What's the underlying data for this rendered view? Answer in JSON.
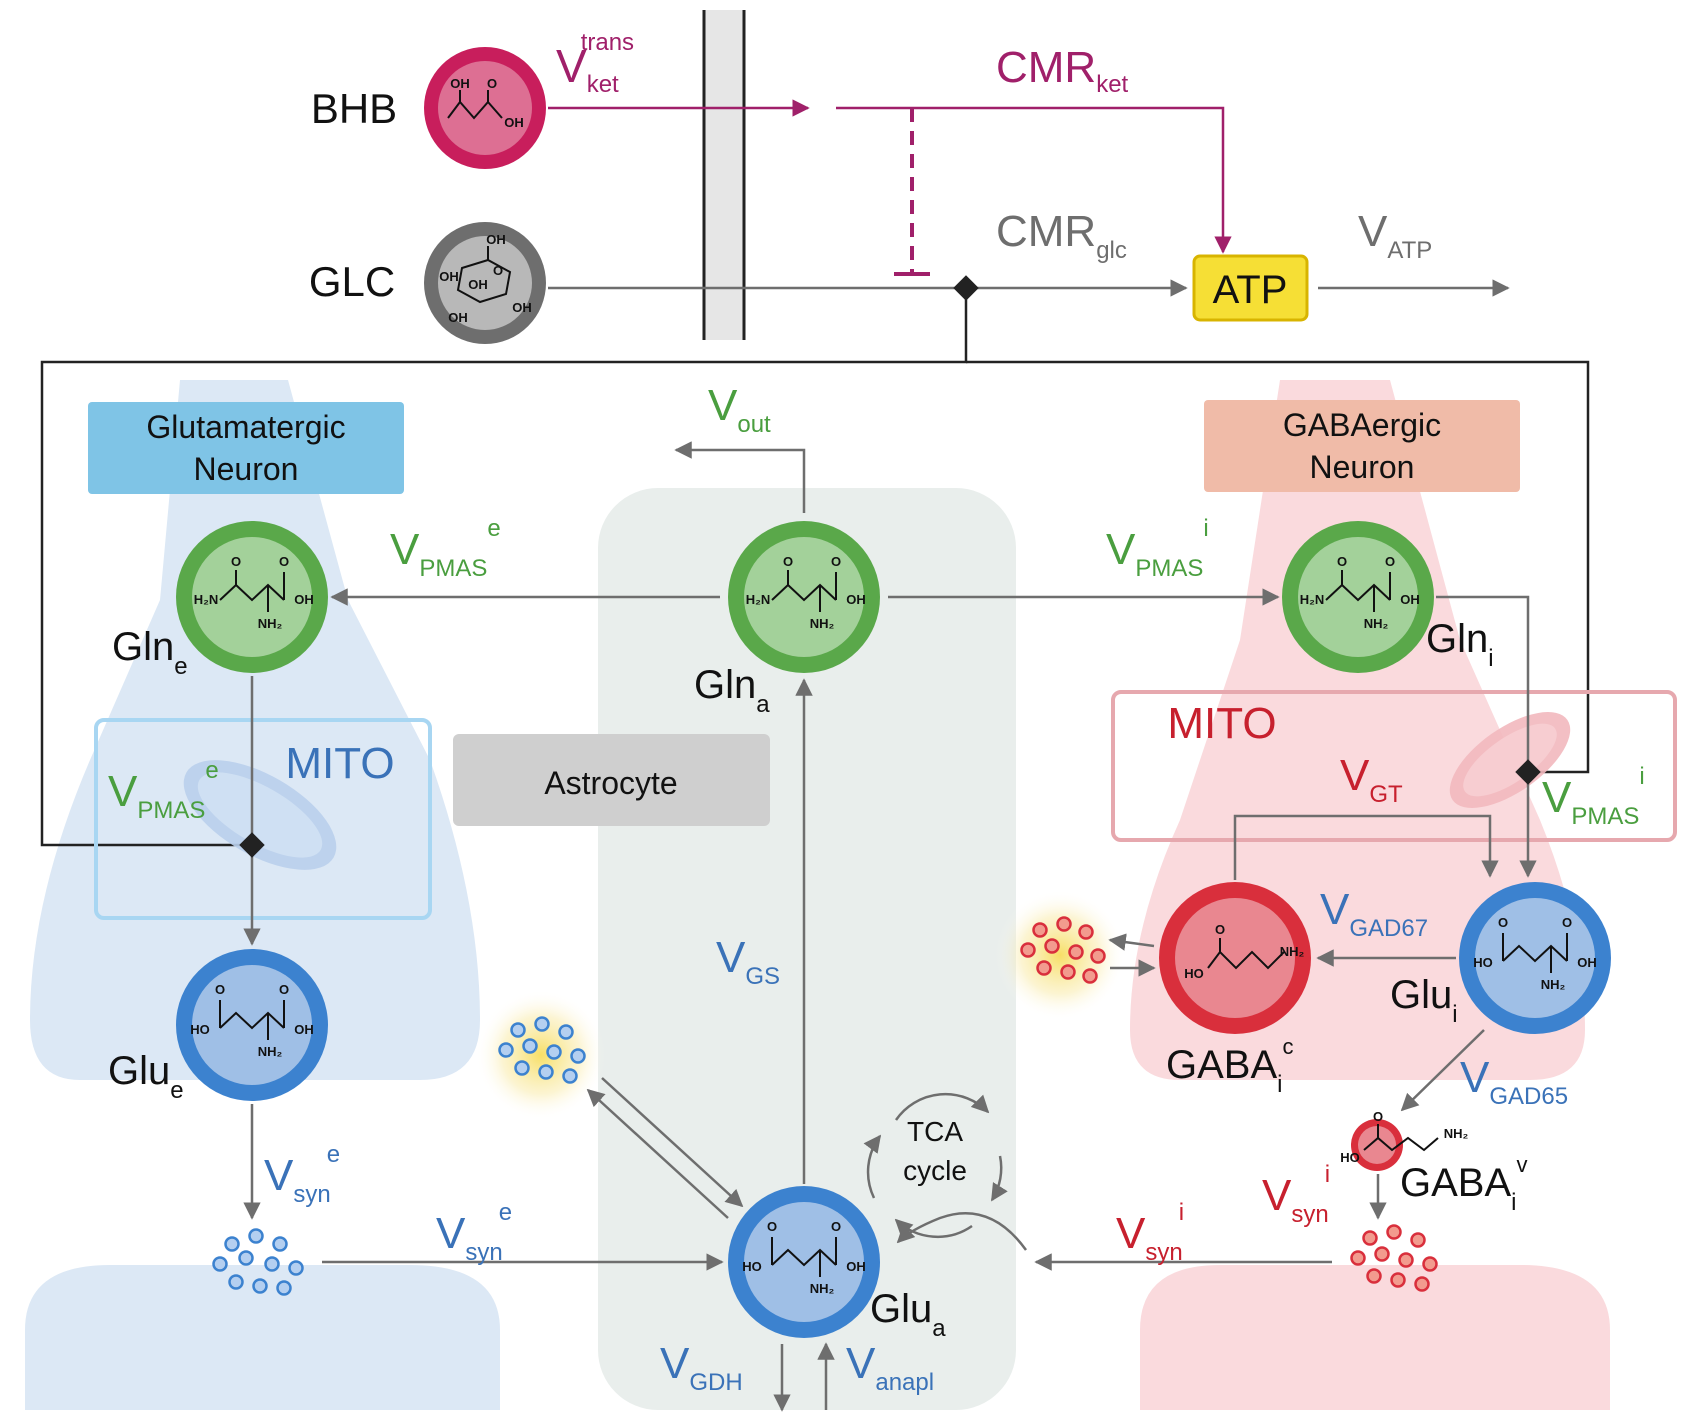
{
  "colors": {
    "magenta": "#a0206a",
    "grey": "#6e6e6e",
    "green": "#4a9e3f",
    "blue": "#3a72b8",
    "red": "#c7202e",
    "black": "#222222",
    "atp_fill": "#f6df35",
    "atp_stroke": "#d8b400",
    "glut_header": "#7fc4e6",
    "gaba_header": "#f0bba8",
    "neuron_blue_bg": "#dce8f5",
    "neuron_pink_bg": "#fadadd",
    "astrocyte_bg": "#e9eeec"
  },
  "substrates": {
    "bhb": {
      "label": "BHB",
      "chem": [
        "OH",
        "O",
        "OH"
      ]
    },
    "glc": {
      "label": "GLC",
      "chem": [
        "OH",
        "O",
        "OH",
        "OH",
        "OH",
        "OH"
      ]
    }
  },
  "fluxes": {
    "vket": {
      "v": "V",
      "sub": "ket",
      "sup": "trans"
    },
    "cmrket": {
      "v": "CMR",
      "sub": "ket"
    },
    "cmrglc": {
      "v": "CMR",
      "sub": "glc"
    },
    "vatp": {
      "v": "V",
      "sub": "ATP"
    },
    "vout": {
      "v": "V",
      "sub": "out"
    },
    "vpmas_e_top": {
      "v": "V",
      "sub": "PMAS",
      "sup": "e"
    },
    "vpmas_i_top": {
      "v": "V",
      "sub": "PMAS",
      "sup": "i"
    },
    "vpmas_e_mito": {
      "v": "V",
      "sub": "PMAS",
      "sup": "e"
    },
    "vpmas_i_mito": {
      "v": "V",
      "sub": "PMAS",
      "sup": "i"
    },
    "vgt": {
      "v": "V",
      "sub": "GT"
    },
    "vgad67": {
      "v": "V",
      "sub": "GAD67"
    },
    "vgad65": {
      "v": "V",
      "sub": "GAD65"
    },
    "vgs": {
      "v": "V",
      "sub": "GS"
    },
    "vsyn_e_left": {
      "v": "V",
      "sub": "syn",
      "sup": "e"
    },
    "vsyn_e_mid": {
      "v": "V",
      "sub": "syn",
      "sup": "e"
    },
    "vsyn_i_right": {
      "v": "V",
      "sub": "syn",
      "sup": "i"
    },
    "vsyn_i_mid": {
      "v": "V",
      "sub": "syn",
      "sup": "i"
    },
    "vgdh": {
      "v": "V",
      "sub": "GDH"
    },
    "vanapl": {
      "v": "V",
      "sub": "anapl"
    }
  },
  "atp": "ATP",
  "compartments": {
    "glut_neuron": [
      "Glutamatergic",
      "Neuron"
    ],
    "gaba_neuron": [
      "GABAergic",
      "Neuron"
    ],
    "astrocyte": "Astrocyte",
    "mito_left": "MITO",
    "mito_right": "MITO",
    "tca": [
      "TCA",
      "cycle"
    ]
  },
  "pools": {
    "gln_e": {
      "name": "Gln",
      "sub": "e"
    },
    "gln_a": {
      "name": "Gln",
      "sub": "a"
    },
    "gln_i": {
      "name": "Gln",
      "sub": "i"
    },
    "glu_e": {
      "name": "Glu",
      "sub": "e"
    },
    "glu_a": {
      "name": "Glu",
      "sub": "a"
    },
    "glu_i": {
      "name": "Glu",
      "sub": "i"
    },
    "gaba_c": {
      "name": "GABA",
      "sub": "i",
      "sup": "c"
    },
    "gaba_v": {
      "name": "GABA",
      "sub": "i",
      "sup": "v"
    }
  },
  "chem_labels": {
    "gln": [
      "O",
      "O",
      "H₂N",
      "OH",
      "NH₂"
    ],
    "glu": [
      "O",
      "O",
      "HO",
      "OH",
      "NH₂"
    ],
    "gaba": [
      "O",
      "HO",
      "NH₂"
    ]
  }
}
